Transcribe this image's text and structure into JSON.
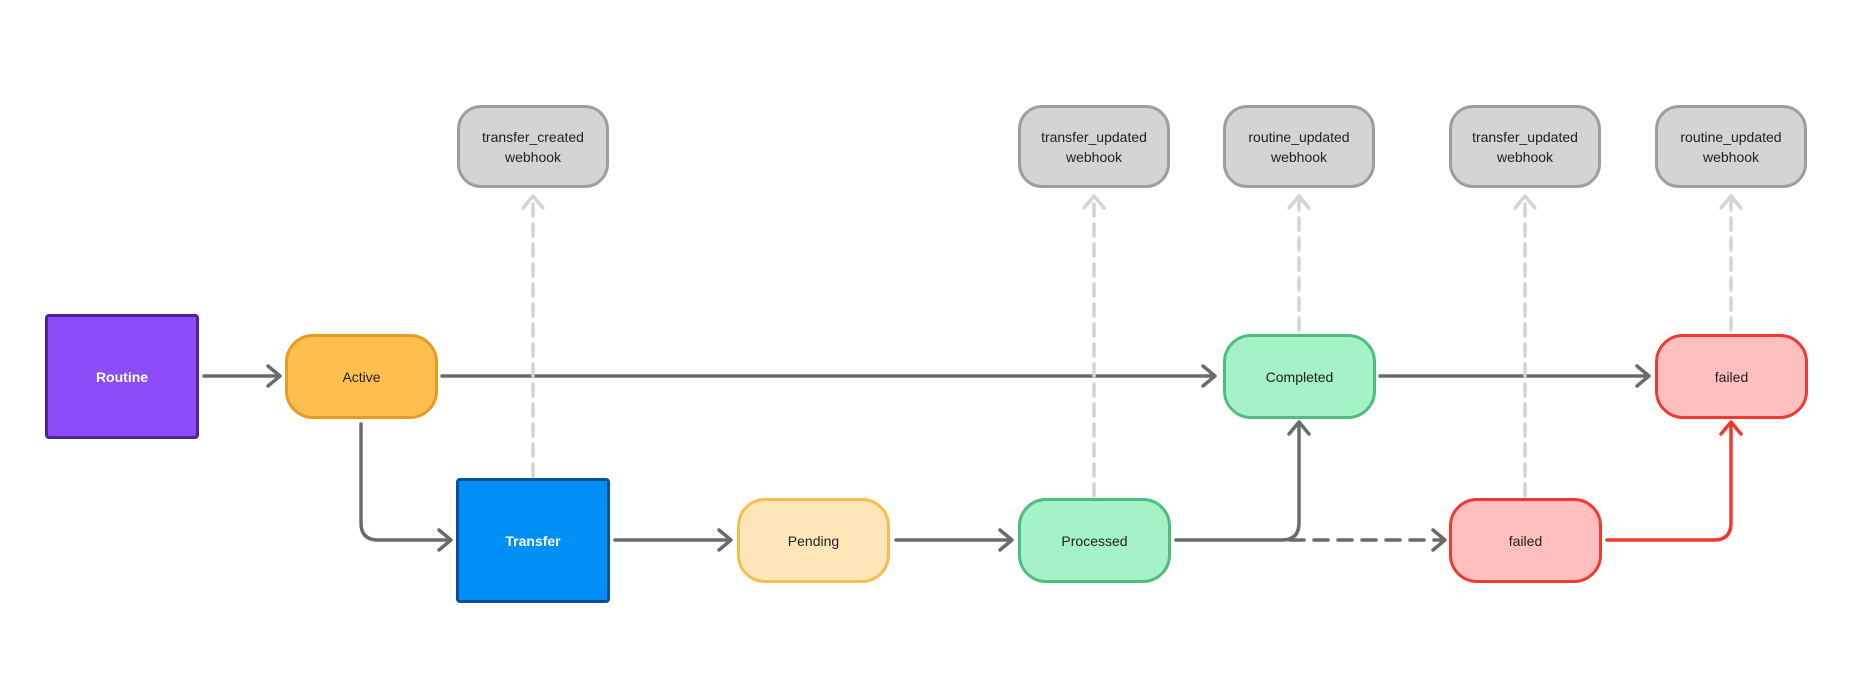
{
  "colors": {
    "arrow": "#6b6b6b",
    "dashed_arrow": "#d4d4d4",
    "failed_arrow": "#ee3a2f"
  },
  "nodes": {
    "routine": "Routine",
    "active": "Active",
    "transfer": "Transfer",
    "pending": "Pending",
    "processed": "Processed",
    "completed": "Completed",
    "failed_transfer": "failed",
    "failed_routine": "failed"
  },
  "webhooks": [
    {
      "line1": "transfer_created",
      "line2": "webhook"
    },
    {
      "line1": "transfer_updated",
      "line2": "webhook"
    },
    {
      "line1": "routine_updated",
      "line2": "webhook"
    },
    {
      "line1": "transfer_updated",
      "line2": "webhook"
    },
    {
      "line1": "routine_updated",
      "line2": "webhook"
    }
  ]
}
